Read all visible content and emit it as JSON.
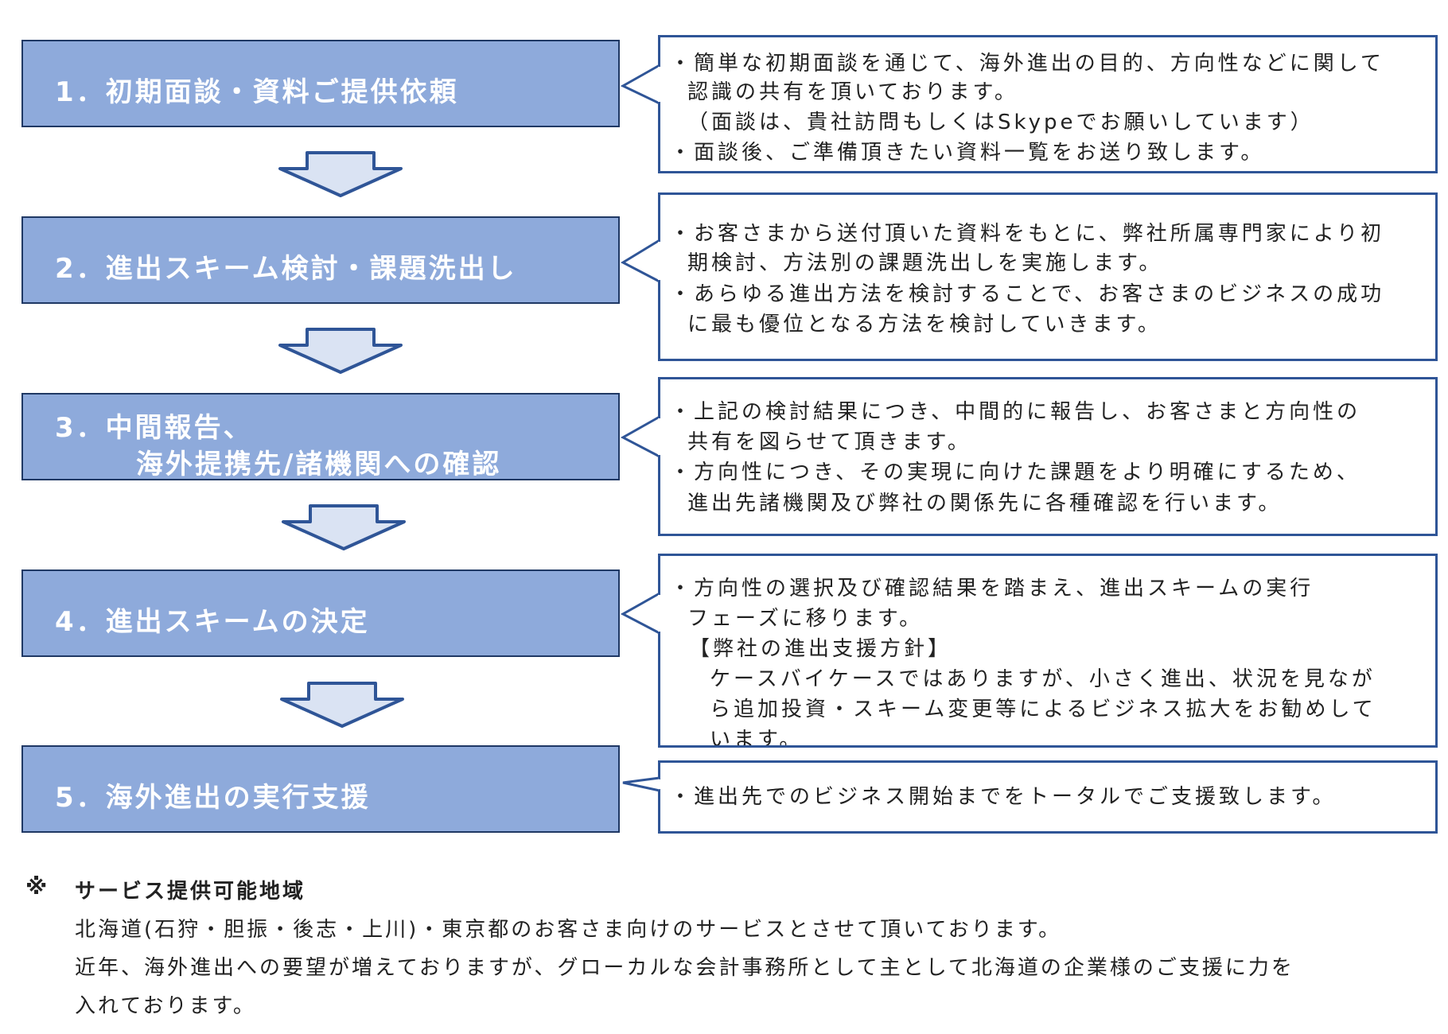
{
  "steps": [
    {
      "lines": [
        "1．初期面談・資料ご提供依頼"
      ]
    },
    {
      "lines": [
        "2．進出スキーム検討・課題洗出し"
      ]
    },
    {
      "lines": [
        "3．中間報告、",
        "海外提携先/諸機関への確認"
      ]
    },
    {
      "lines": [
        "4．進出スキームの決定"
      ]
    },
    {
      "lines": [
        "5．海外進出の実行支援"
      ]
    }
  ],
  "descriptions": [
    {
      "lines": [
        "・簡単な初期面談を通じて、海外進出の目的、方向性などに関して",
        "認識の共有を頂いております。",
        "（面談は、貴社訪問もしくはSkypeでお願いしています）",
        "・面談後、ご準備頂きたい資料一覧をお送り致します。"
      ]
    },
    {
      "lines": [
        "・お客さまから送付頂いた資料をもとに、弊社所属専門家により初",
        "期検討、方法別の課題洗出しを実施します。",
        "・あらゆる進出方法を検討することで、お客さまのビジネスの成功",
        "に最も優位となる方法を検討していきます。"
      ]
    },
    {
      "lines": [
        "・上記の検討結果につき、中間的に報告し、お客さまと方向性の",
        "共有を図らせて頂きます。",
        "・方向性につき、その実現に向けた課題をより明確にするため、",
        "進出先諸機関及び弊社の関係先に各種確認を行います。"
      ]
    },
    {
      "lines": [
        "・方向性の選択及び確認結果を踏まえ、進出スキームの実行",
        "フェーズに移ります。",
        "【弊社の進出支援方針】",
        "ケースバイケースではありますが、小さく進出、状況を見なが",
        "ら追加投資・スキーム変更等によるビジネス拡大をお勧めして",
        "います。"
      ]
    },
    {
      "lines": [
        "・進出先でのビジネス開始までをトータルでご支援致します。"
      ]
    }
  ],
  "note": {
    "mark": "※",
    "heading": "サービス提供可能地域",
    "body": [
      "北海道(石狩・胆振・後志・上川)・東京都のお客さま向けのサービスとさせて頂いております。",
      "近年、海外進出への要望が増えておりますが、グローカルな会計事務所として主として北海道の企業様のご支援に力を",
      "入れております。"
    ]
  },
  "colors": {
    "step_fill": "#8eaadb",
    "step_border": "#1f3864",
    "desc_border": "#2f5597",
    "arrow_fill": "#dae3f3",
    "arrow_stroke": "#2f5597"
  }
}
